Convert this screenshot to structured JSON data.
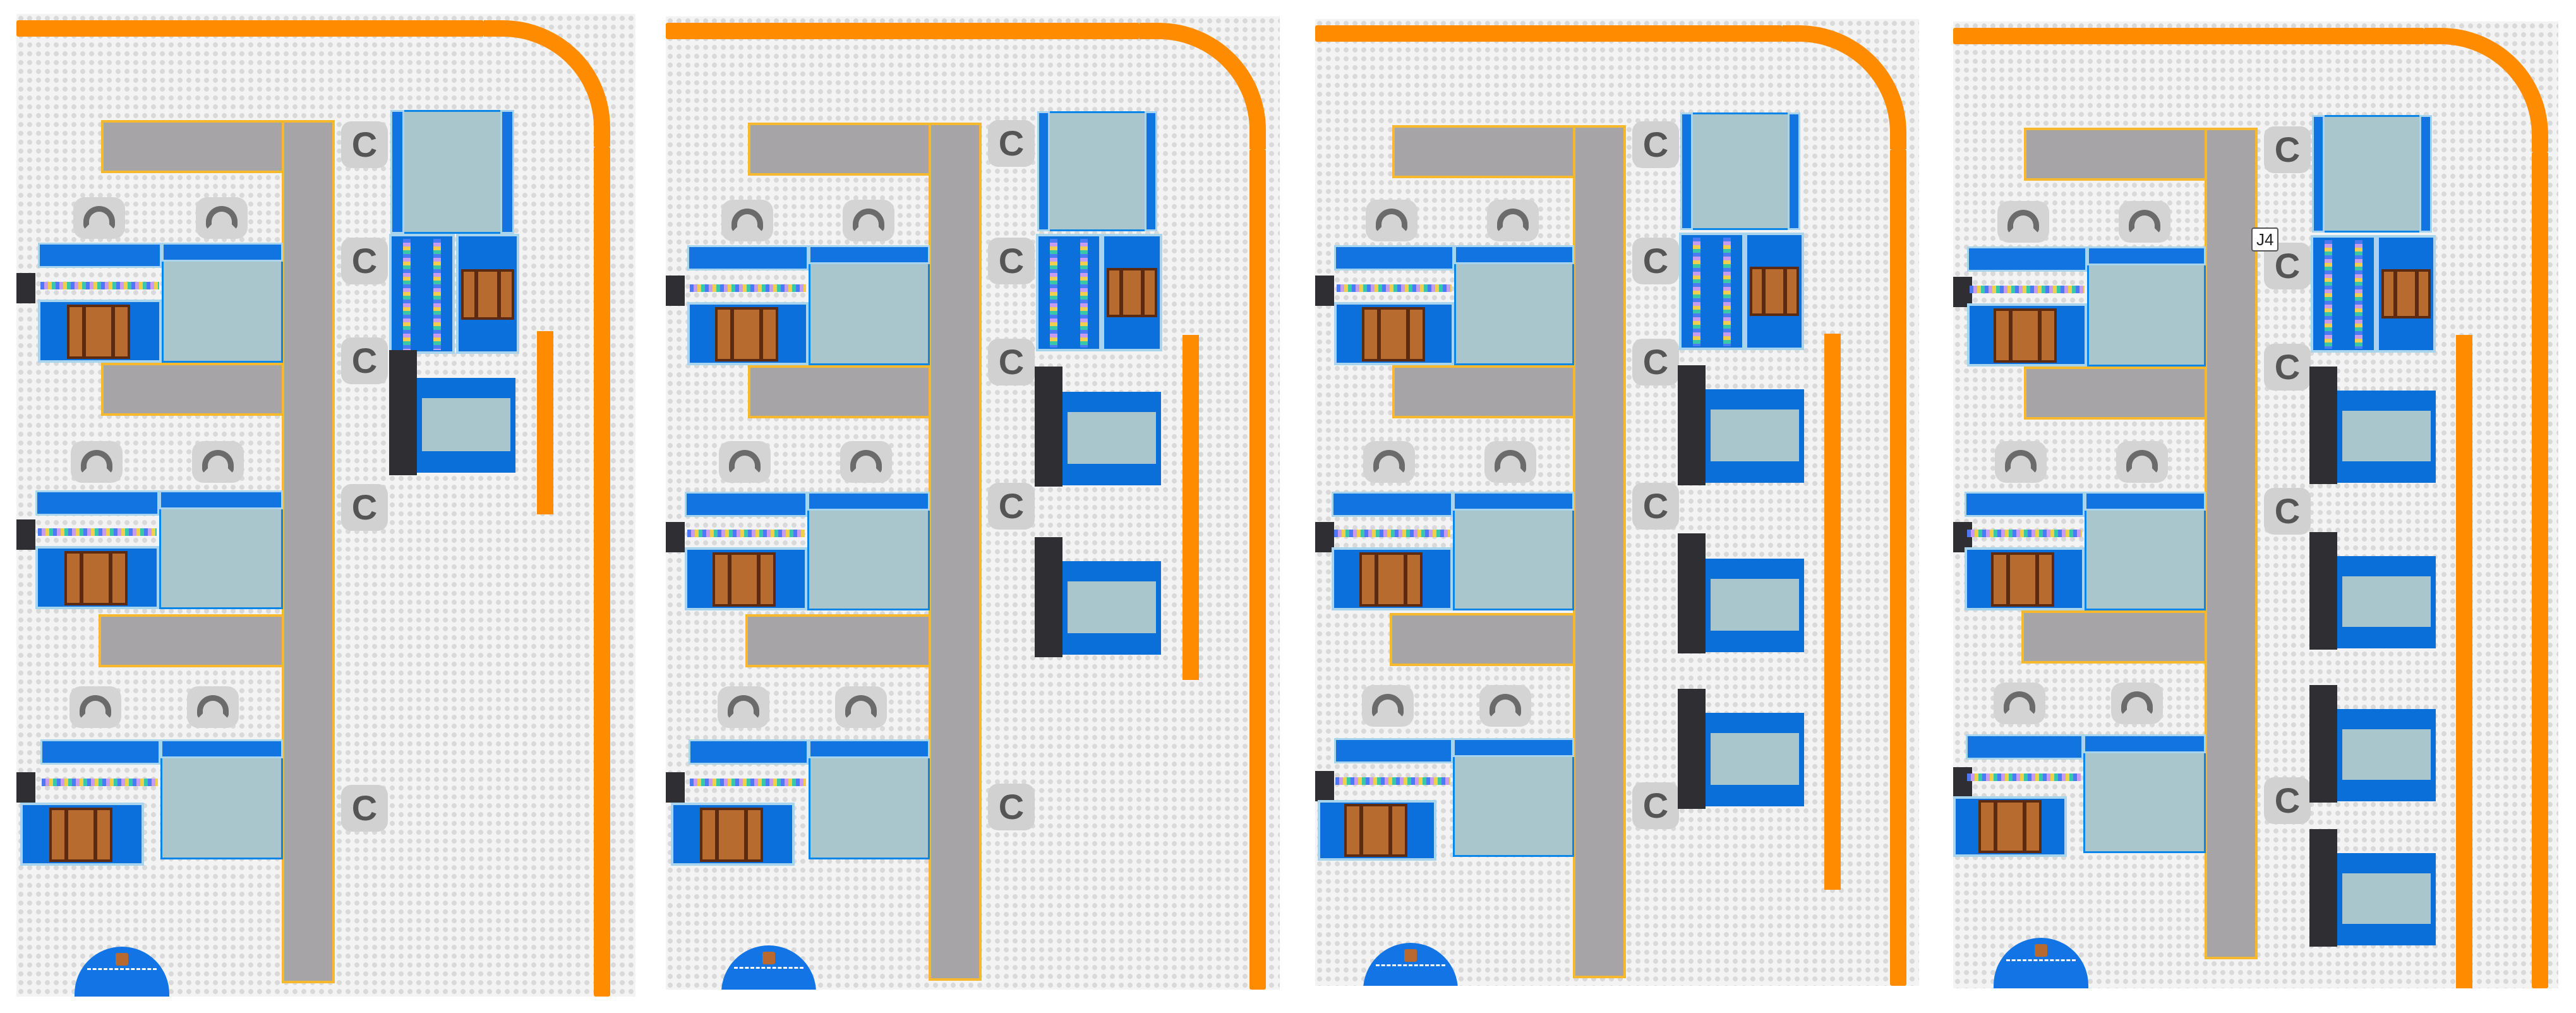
{
  "title": "Production cell layout variants",
  "panels": [
    {
      "id": "variant-1",
      "side_conveyors": 1,
      "robot_icon": "robot-arm-icon"
    },
    {
      "id": "variant-2",
      "side_conveyors": 2,
      "robot_icon": "robot-arm-icon"
    },
    {
      "id": "variant-3",
      "side_conveyors": 3,
      "robot_icon": "robot-arm-icon"
    },
    {
      "id": "variant-4",
      "side_conveyors": 4,
      "robot_icon": "robot-arm-icon"
    }
  ],
  "tooltip": {
    "label": "J4"
  },
  "colors": {
    "rail": "#ff8c00",
    "table": "#a7a4a8",
    "table_border": "#f5b82e",
    "station": "#1174e0",
    "zone": "#a9c6cc",
    "pallet": "#b86b2f",
    "robot": "#d1d1d1",
    "floor": "#f3f3f3"
  },
  "icons": [
    "robot-arm-icon",
    "pallet-icon",
    "conveyor-icon",
    "agv-icon",
    "gripper-icon"
  ]
}
